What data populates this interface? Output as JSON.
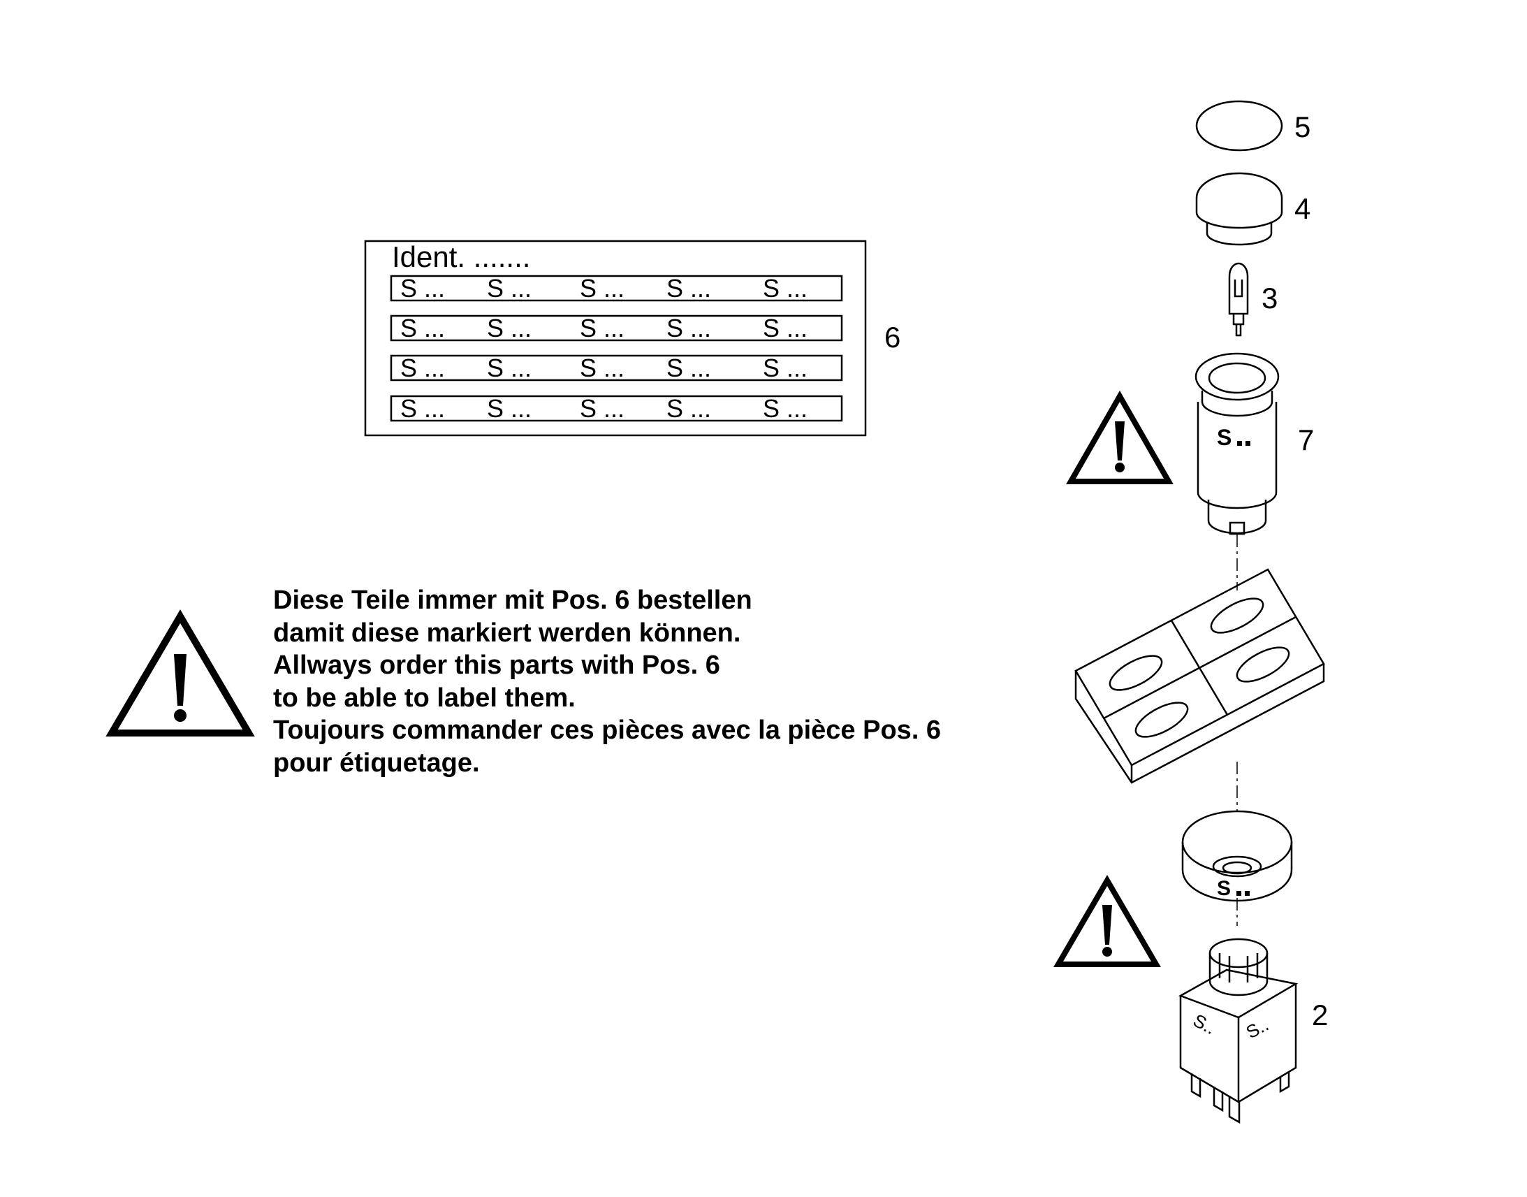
{
  "label_sheet": {
    "ident": "Ident. .......",
    "rows": [
      [
        "S ...",
        "S ...",
        "S ...",
        "S ...",
        "S ..."
      ],
      [
        "S ...",
        "S ...",
        "S ...",
        "S ...",
        "S ..."
      ],
      [
        "S ...",
        "S ...",
        "S ...",
        "S ...",
        "S ..."
      ],
      [
        "S ...",
        "S ...",
        "S ...",
        "S ...",
        "S ..."
      ]
    ]
  },
  "callouts": {
    "pos5": "5",
    "pos4": "4",
    "pos3": "3",
    "pos6": "6",
    "pos7": "7",
    "pos2": "2"
  },
  "part_marks": {
    "lamp_holder": "S",
    "collar": "S",
    "switch_left": "S..",
    "switch_right": "S.."
  },
  "note_lines": [
    "Diese Teile immer mit Pos. 6 bestellen",
    "damit diese markiert werden können.",
    "Allways order this parts with Pos. 6",
    "to be able to label them.",
    "Toujours commander ces pièces avec la pièce Pos. 6",
    "pour étiquetage."
  ],
  "icons": [
    "warning-icon",
    "warning-icon",
    "warning-icon"
  ],
  "colors": {
    "ink": "#000000",
    "paper": "#ffffff"
  }
}
